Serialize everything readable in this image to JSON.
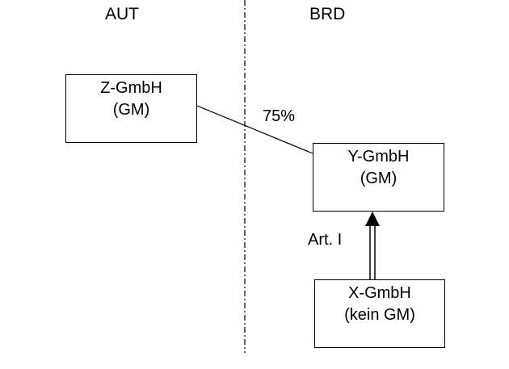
{
  "regions": {
    "left": "AUT",
    "right": "BRD"
  },
  "entities": {
    "z": {
      "name": "Z-GmbH",
      "qualifier": "(GM)"
    },
    "y": {
      "name": "Y-GmbH",
      "qualifier": "(GM)"
    },
    "x": {
      "name": "X-GmbH",
      "qualifier": "(kein GM)"
    }
  },
  "edges": {
    "z_to_y": {
      "label": "75%"
    },
    "x_to_y": {
      "label": "Art. I"
    }
  }
}
